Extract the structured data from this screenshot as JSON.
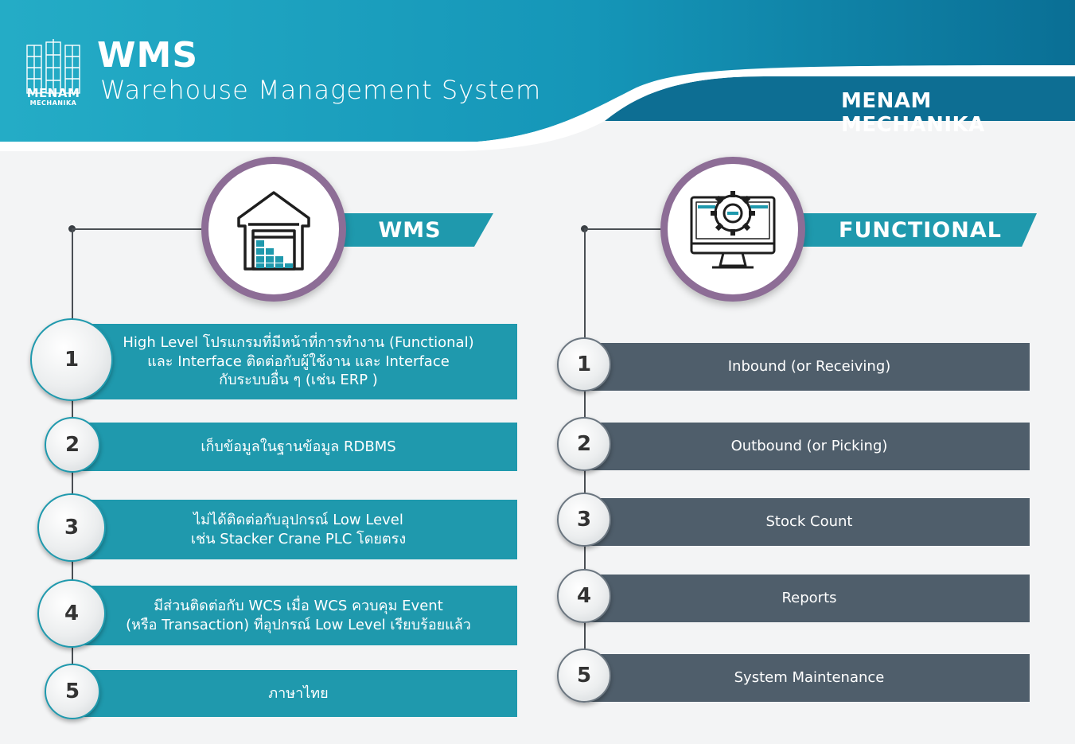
{
  "header": {
    "logo_line1": "MENAM",
    "logo_line2": "MECHANIKA",
    "title": "WMS",
    "subtitle": "Warehouse Management System",
    "brand": "MENAM MECHANIKA"
  },
  "colors": {
    "header_dark": "#0e7fa1",
    "header_light": "#2bb3cc",
    "teal": "#1f99ad",
    "slate": "#4f5e6b",
    "ring": "#8d6d96"
  },
  "left": {
    "banner": "WMS",
    "icon": "warehouse-icon",
    "items": [
      {
        "num": "1",
        "text": "High Level โปรแกรมที่มีหน้าที่การทำงาน (Functional)\nและ Interface ติดต่อกับผู้ใช้งาน และ Interface\nกับระบบอื่น ๆ (เช่น ERP )"
      },
      {
        "num": "2",
        "text": "เก็บข้อมูลในฐานข้อมูล RDBMS"
      },
      {
        "num": "3",
        "text": "ไม่ได้ติดต่อกับอุปกรณ์ Low Level\nเช่น Stacker Crane PLC โดยตรง"
      },
      {
        "num": "4",
        "text": "มีส่วนติดต่อกับ WCS เมื่อ WCS ควบคุม Event\n(หรือ Transaction) ที่อุปกรณ์ Low Level เรียบร้อยแล้ว"
      },
      {
        "num": "5",
        "text": "ภาษาไทย"
      }
    ]
  },
  "right": {
    "banner": "FUNCTIONAL",
    "icon": "computer-gear-icon",
    "items": [
      {
        "num": "1",
        "text": "Inbound (or Receiving)"
      },
      {
        "num": "2",
        "text": "Outbound (or Picking)"
      },
      {
        "num": "3",
        "text": "Stock Count"
      },
      {
        "num": "4",
        "text": "Reports"
      },
      {
        "num": "5",
        "text": "System Maintenance"
      }
    ]
  }
}
